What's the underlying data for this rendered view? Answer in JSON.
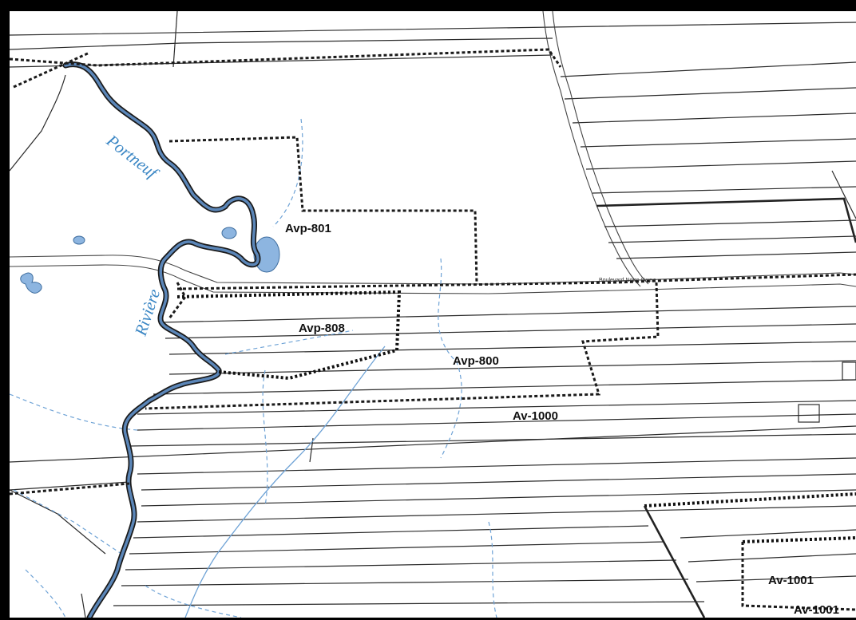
{
  "map": {
    "zone_labels": {
      "avp_801": "Avp-801",
      "avp_808": "Avp-808",
      "avp_800": "Avp-800",
      "av_1000": "Av-1000",
      "av_1001_a": "Av-1001",
      "av_1001_b": "Av-1001"
    },
    "river_labels": {
      "portneuf": "Portneuf",
      "riviere": "Rivière"
    },
    "road_label": "Boulevard Notre-Dame",
    "colors": {
      "water": "#8db5e0",
      "river_text": "#3a86c4",
      "boundary": "#1a1a1a",
      "background": "#ffffff"
    }
  }
}
